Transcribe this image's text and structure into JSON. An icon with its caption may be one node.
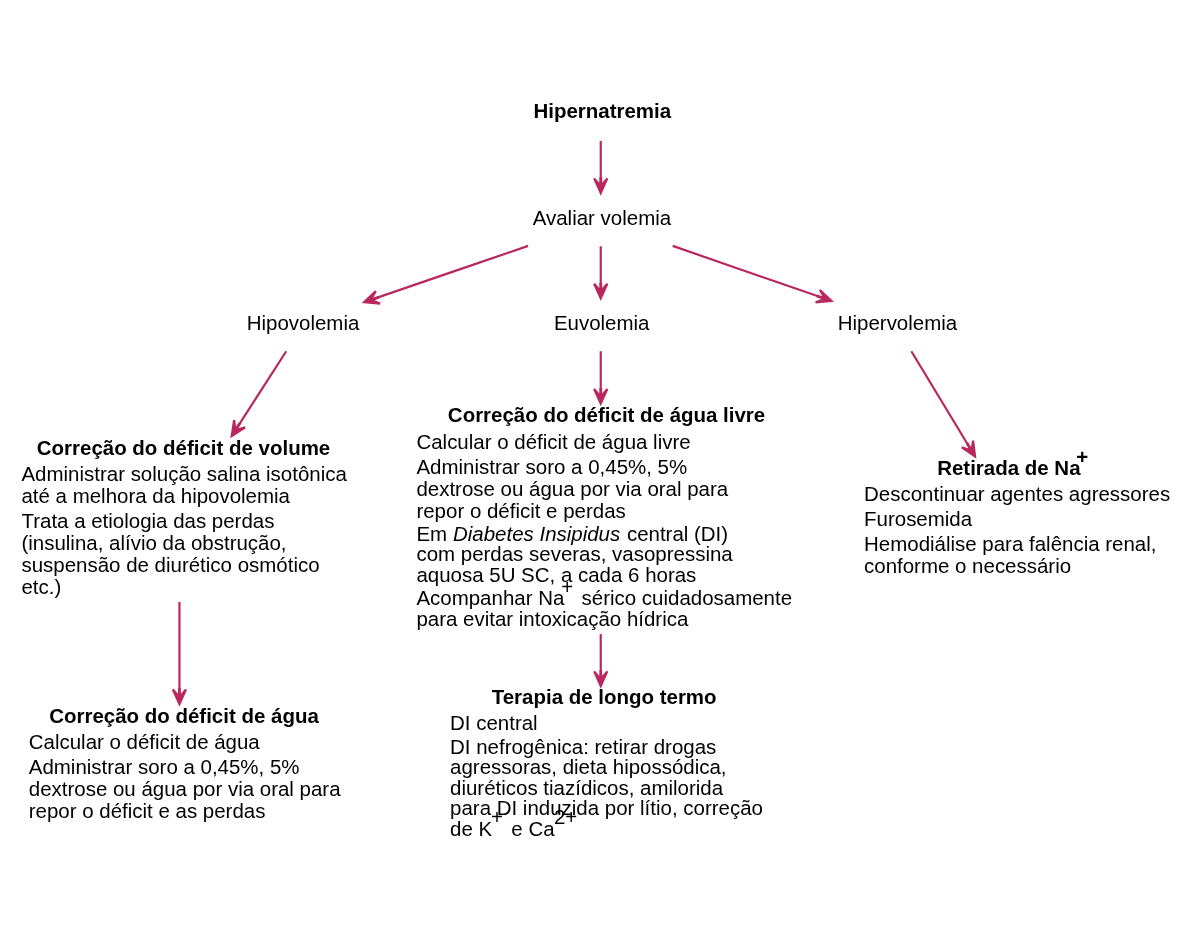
{
  "diagram": {
    "nodes": [
      {
        "text": [
          "Hipernatremia"
        ]
      },
      {
        "text": [
          "Avaliar volemia"
        ]
      },
      {
        "text": [
          "Hipovolemia"
        ]
      },
      {
        "text": [
          "Euvolemia"
        ]
      },
      {
        "text": [
          "Hipervolemia"
        ]
      },
      {
        "text": [
          "Correção do déficit de volume",
          "Administrar solução salina isotônica até a melhora da hipovolemia",
          "Trata a etiologia das perdas (insulina, alívio da obstrução, suspensão de diurético osmótico etc.)"
        ]
      },
      {
        "text": [
          "Correção do déficit de água",
          "Calcular o déficit de água",
          "Administrar soro a 0,45%, 5% dextrose ou água por via oral para repor o déficit e as perdas"
        ]
      },
      {
        "text": [
          "Correção do déficit de água livre",
          "Calcular o déficit de água livre",
          "Administrar soro a 0,45%, 5% dextrose ou água por via oral para repor o déficit e perdas",
          "Em *Diabetes Insipidus* central (DI) com perdas severas, vasopressina aquosa 5U SC, a cada 6 horas",
          "Acompanhar Na$^{+}$ sérico cuidadosamente para evitar intoxicação hídrica"
        ]
      },
      {
        "text": [
          "Terapia de longo termo",
          "DI central",
          "DI nefrogênica: retirar drogas agressoras, dieta hipossódica, diuréticos tiazídicos, amilorida para DI induzida por lítio, correção de K$^{+}$ e Ca$^{2+}$"
        ]
      },
      {
        "text": [
          "Retirada de Na$^{+}$",
          "Descontinuar agentes agressores",
          "Furosemida",
          "Hemodiálise para falência renal, conforme o necessário"
        ]
      }
    ],
    "edges": [
      {
        "from": 0,
        "to": 1,
        "arrow": "to"
      },
      {
        "from": 1,
        "to": 2,
        "arrow": "to"
      },
      {
        "from": 1,
        "to": 3,
        "arrow": "to"
      },
      {
        "from": 1,
        "to": 4,
        "arrow": "to"
      },
      {
        "from": 2,
        "to": 5,
        "arrow": "to"
      },
      {
        "from": 3,
        "to": 7,
        "arrow": "to"
      },
      {
        "from": 4,
        "to": 9,
        "arrow": "to"
      },
      {
        "from": 5,
        "to": 6,
        "arrow": "to"
      },
      {
        "from": 7,
        "to": 8,
        "arrow": "to"
      }
    ]
  }
}
